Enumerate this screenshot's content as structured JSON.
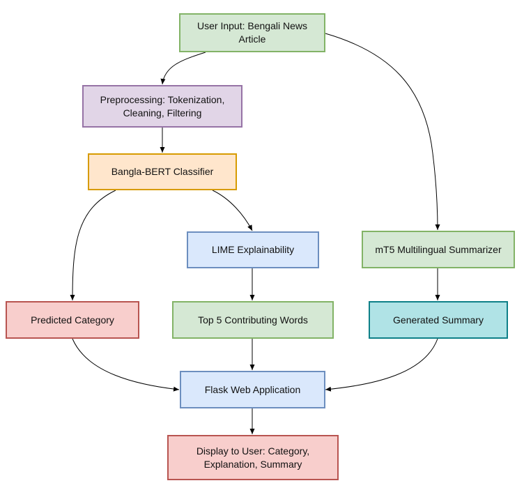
{
  "nodes": {
    "input": "User Input: Bengali News\nArticle",
    "preprocessing": "Preprocessing: Tokenization,\nCleaning, Filtering",
    "classifier": "Bangla-BERT Classifier",
    "lime": "LIME Explainability",
    "mt5": "mT5 Multilingual Summarizer",
    "category": "Predicted Category",
    "top_words": "Top 5 Contributing Words",
    "summary": "Generated Summary",
    "flask": "Flask Web Application",
    "display": "Display to User: Category,\nExplanation, Summary"
  },
  "edges": [
    {
      "from": "input",
      "to": "preprocessing"
    },
    {
      "from": "input",
      "to": "mt5"
    },
    {
      "from": "preprocessing",
      "to": "classifier"
    },
    {
      "from": "classifier",
      "to": "category"
    },
    {
      "from": "classifier",
      "to": "lime"
    },
    {
      "from": "lime",
      "to": "top_words"
    },
    {
      "from": "mt5",
      "to": "summary"
    },
    {
      "from": "category",
      "to": "flask"
    },
    {
      "from": "top_words",
      "to": "flask"
    },
    {
      "from": "summary",
      "to": "flask"
    },
    {
      "from": "flask",
      "to": "display"
    }
  ],
  "colors": {
    "green_fill": "#d5e8d4",
    "green_stroke": "#82b366",
    "purple_fill": "#e1d5e7",
    "purple_stroke": "#9673a6",
    "orange_fill": "#ffe6cc",
    "orange_stroke": "#d79b00",
    "blue_fill": "#dae8fc",
    "blue_stroke": "#6c8ebf",
    "red_fill": "#f8cecc",
    "red_stroke": "#b85450",
    "teal_fill": "#b0e3e6",
    "teal_stroke": "#0e8088",
    "edge": "#000000"
  }
}
